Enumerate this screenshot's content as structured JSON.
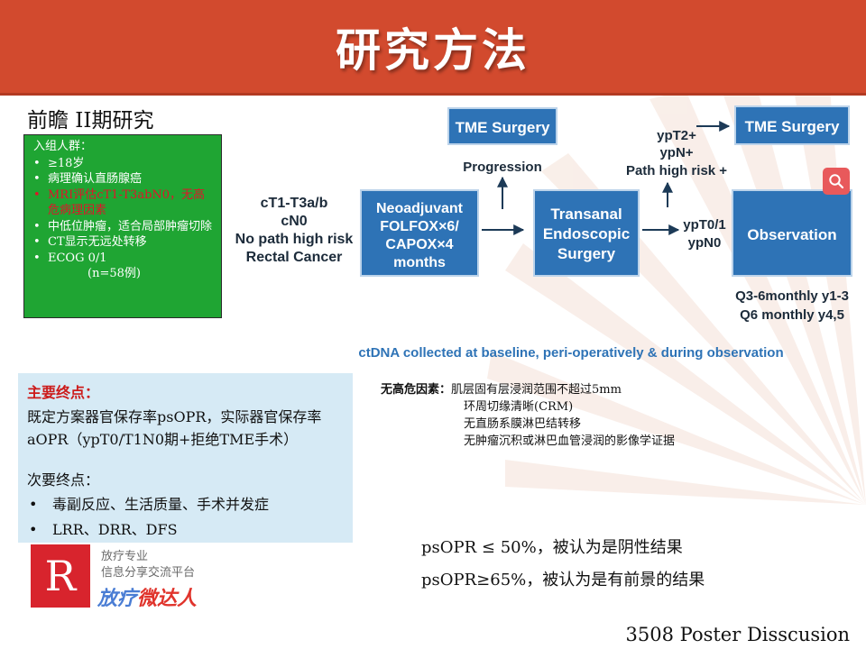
{
  "title": "研究方法",
  "subtitle": "前瞻 II期研究",
  "inclusion": {
    "heading": "入组人群：",
    "items": [
      {
        "text": "≥18岁",
        "highlight": false
      },
      {
        "text": "病理确认直肠腺癌",
        "highlight": false
      },
      {
        "text": "MRI评估cT1-T3abN0，无高危病理因素",
        "highlight": true
      },
      {
        "text": "中低位肿瘤，适合局部肿瘤切除",
        "highlight": false
      },
      {
        "text": "CT显示无远处转移",
        "highlight": false
      },
      {
        "text": "ECOG 0/1",
        "highlight": false
      }
    ],
    "n": "(n=58例)"
  },
  "flow": {
    "entry_lines": [
      "cT1-T3a/b",
      "cN0",
      "No path high risk",
      "Rectal Cancer"
    ],
    "neoadjuvant_lines": [
      "Neoadjuvant",
      "FOLFOX×6/",
      "CAPOX×4",
      "months"
    ],
    "surgery_lines": [
      "Transanal",
      "Endoscopic",
      "Surgery"
    ],
    "observation": "Observation",
    "tme_surgery": "TME Surgery",
    "progression": "Progression",
    "high_risk_lines": [
      "ypT2+",
      "ypN+",
      "Path high risk +"
    ],
    "good_response_lines": [
      "ypT0/1",
      "ypN0"
    ],
    "followup_lines": [
      "Q3-6monthly y1-3",
      "Q6 monthly y4,5"
    ],
    "ctdna_note": "ctDNA collected at baseline, peri-operatively & during observation"
  },
  "colors": {
    "header": "#d24a2e",
    "flow_box": "#2e73b6",
    "green_box": "#1fa533",
    "endpoint_bg": "#d6eaf5",
    "red_text": "#cc1b1b"
  },
  "endpoints": {
    "primary_title": "主要终点：",
    "primary_text": "既定方案器官保存率psOPR，实际器官保存率aOPR（ypT0/T1N0期+拒绝TME手术）",
    "secondary_title": "次要终点：",
    "secondary_items": [
      "毒副反应、生活质量、手术并发症",
      "LRR、DRR、DFS"
    ]
  },
  "risk_factors": {
    "label": "无高危因素：",
    "items": [
      "肌层固有层浸润范围不超过5mm",
      "环周切缘清晰(CRM)",
      "无直肠系膜淋巴结转移",
      "无肿瘤沉积或淋巴血管浸润的影像学证据"
    ]
  },
  "results": [
    "psOPR ≤ 50%，被认为是阴性结果",
    "psOPR≥65%，被认为是有前景的结果"
  ],
  "logo": {
    "letter": "R",
    "line1": "放疗专业",
    "line2": "信息分享交流平台",
    "wordmark_1": "放疗",
    "wordmark_2": "微达人"
  },
  "footer": "3508 Poster Disscusion",
  "icons": {
    "search": "search-icon"
  }
}
